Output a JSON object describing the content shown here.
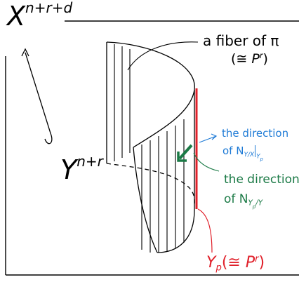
{
  "labels": {
    "ambient_base": "X",
    "ambient_exp": "n+r+d",
    "total_base": "Y",
    "total_exp": "n+r",
    "fiber_line1": "a fiber of π",
    "fiber_line2_prefix": "(≅ ",
    "fiber_line2_P": "P",
    "fiber_line2_exp": "r",
    "fiber_line2_suffix": ")",
    "normal_x_line1": "the direction",
    "normal_x_line2_prefix": "of N",
    "normal_x_sub": "Y/X",
    "normal_x_bar_sub": "Y",
    "normal_x_bar_subsub": "p",
    "normal_y_line1": "the direction",
    "normal_y_line2_prefix": "of N",
    "normal_y_sub": "Y",
    "normal_y_subsub": "p",
    "normal_y_sub_tail": "/Y",
    "yp_base": "Y",
    "yp_sub": "p",
    "yp_mid": "(≅ ",
    "yp_P": "P",
    "yp_exp": "r",
    "yp_close": ")"
  },
  "colors": {
    "ink": "#000000",
    "red": "#e0202a",
    "blue": "#1f7bd6",
    "green": "#1b7a46"
  }
}
